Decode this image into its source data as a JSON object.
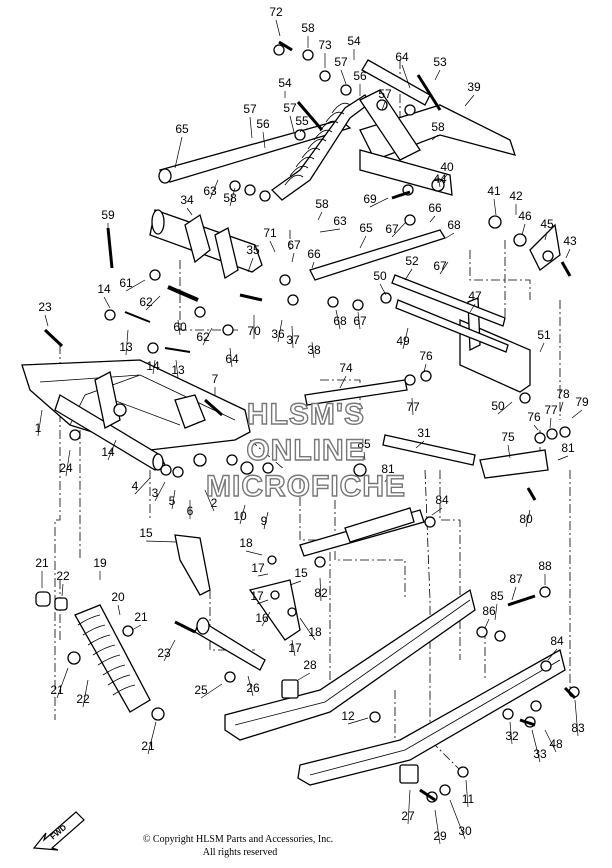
{
  "diagram": {
    "callouts": [
      {
        "id": "c72",
        "text": "72"
      },
      {
        "id": "c58a",
        "text": "58"
      },
      {
        "id": "c73",
        "text": "73"
      },
      {
        "id": "c54a",
        "text": "54"
      },
      {
        "id": "c57a",
        "text": "57"
      },
      {
        "id": "c56a",
        "text": "56"
      },
      {
        "id": "c64",
        "text": "64"
      },
      {
        "id": "c53",
        "text": "53"
      },
      {
        "id": "c54b",
        "text": "54"
      },
      {
        "id": "c57b",
        "text": "57"
      },
      {
        "id": "c57c",
        "text": "57"
      },
      {
        "id": "c57d",
        "text": "57"
      },
      {
        "id": "c55",
        "text": "55"
      },
      {
        "id": "c56b",
        "text": "56"
      },
      {
        "id": "c39",
        "text": "39"
      },
      {
        "id": "c58b",
        "text": "58"
      },
      {
        "id": "c65a",
        "text": "65"
      },
      {
        "id": "c40",
        "text": "40"
      },
      {
        "id": "c63a",
        "text": "63"
      },
      {
        "id": "c58c",
        "text": "58"
      },
      {
        "id": "c69",
        "text": "69"
      },
      {
        "id": "c44",
        "text": "44"
      },
      {
        "id": "c41",
        "text": "41"
      },
      {
        "id": "c42",
        "text": "42"
      },
      {
        "id": "c58d",
        "text": "58"
      },
      {
        "id": "c66a",
        "text": "66"
      },
      {
        "id": "c34",
        "text": "34"
      },
      {
        "id": "c63b",
        "text": "63"
      },
      {
        "id": "c67a",
        "text": "67"
      },
      {
        "id": "c68a",
        "text": "68"
      },
      {
        "id": "c46",
        "text": "46"
      },
      {
        "id": "c45",
        "text": "45"
      },
      {
        "id": "c59",
        "text": "59"
      },
      {
        "id": "c71",
        "text": "71"
      },
      {
        "id": "c65b",
        "text": "65"
      },
      {
        "id": "c43",
        "text": "43"
      },
      {
        "id": "c67b",
        "text": "67"
      },
      {
        "id": "c66b",
        "text": "66"
      },
      {
        "id": "c35",
        "text": "35"
      },
      {
        "id": "c67c",
        "text": "67"
      },
      {
        "id": "c52",
        "text": "52"
      },
      {
        "id": "c61",
        "text": "61"
      },
      {
        "id": "c50a",
        "text": "50"
      },
      {
        "id": "c47",
        "text": "47"
      },
      {
        "id": "c14a",
        "text": "14"
      },
      {
        "id": "c62a",
        "text": "62"
      },
      {
        "id": "c23a",
        "text": "23"
      },
      {
        "id": "c60",
        "text": "60"
      },
      {
        "id": "c70",
        "text": "70"
      },
      {
        "id": "c36",
        "text": "36"
      },
      {
        "id": "c37",
        "text": "37"
      },
      {
        "id": "c68b",
        "text": "68"
      },
      {
        "id": "c67d",
        "text": "67"
      },
      {
        "id": "c62b",
        "text": "62"
      },
      {
        "id": "c13a",
        "text": "13"
      },
      {
        "id": "c64b",
        "text": "64"
      },
      {
        "id": "c38",
        "text": "38"
      },
      {
        "id": "c49",
        "text": "49"
      },
      {
        "id": "c51",
        "text": "51"
      },
      {
        "id": "c14b",
        "text": "14"
      },
      {
        "id": "c13b",
        "text": "13"
      },
      {
        "id": "c76a",
        "text": "76"
      },
      {
        "id": "c74",
        "text": "74"
      },
      {
        "id": "c7",
        "text": "7"
      },
      {
        "id": "c77a",
        "text": "77"
      },
      {
        "id": "c50b",
        "text": "50"
      },
      {
        "id": "c1",
        "text": "1"
      },
      {
        "id": "c79",
        "text": "79"
      },
      {
        "id": "c78",
        "text": "78"
      },
      {
        "id": "c76b",
        "text": "76"
      },
      {
        "id": "c77b",
        "text": "77"
      },
      {
        "id": "c14c",
        "text": "14"
      },
      {
        "id": "c31",
        "text": "31"
      },
      {
        "id": "c24",
        "text": "24"
      },
      {
        "id": "c75",
        "text": "75"
      },
      {
        "id": "c85a",
        "text": "85"
      },
      {
        "id": "c81a",
        "text": "81"
      },
      {
        "id": "c4",
        "text": "4"
      },
      {
        "id": "c3",
        "text": "3"
      },
      {
        "id": "c5",
        "text": "5"
      },
      {
        "id": "c2",
        "text": "2"
      },
      {
        "id": "c6",
        "text": "6"
      },
      {
        "id": "c81b",
        "text": "81"
      },
      {
        "id": "c10",
        "text": "10"
      },
      {
        "id": "c9",
        "text": "9"
      },
      {
        "id": "c80",
        "text": "80"
      },
      {
        "id": "c84a",
        "text": "84"
      },
      {
        "id": "c15a",
        "text": "15"
      },
      {
        "id": "c18a",
        "text": "18"
      },
      {
        "id": "c19",
        "text": "19"
      },
      {
        "id": "c21a",
        "text": "21"
      },
      {
        "id": "c22a",
        "text": "22"
      },
      {
        "id": "c17a",
        "text": "17"
      },
      {
        "id": "c15b",
        "text": "15"
      },
      {
        "id": "c82",
        "text": "82"
      },
      {
        "id": "c87",
        "text": "87"
      },
      {
        "id": "c88",
        "text": "88"
      },
      {
        "id": "c20",
        "text": "20"
      },
      {
        "id": "c17b",
        "text": "17"
      },
      {
        "id": "c21b",
        "text": "21"
      },
      {
        "id": "c16",
        "text": "16"
      },
      {
        "id": "c18b",
        "text": "18"
      },
      {
        "id": "c85b",
        "text": "85"
      },
      {
        "id": "c86",
        "text": "86"
      },
      {
        "id": "c23b",
        "text": "23"
      },
      {
        "id": "c17c",
        "text": "17"
      },
      {
        "id": "c84b",
        "text": "84"
      },
      {
        "id": "c21c",
        "text": "21"
      },
      {
        "id": "c28",
        "text": "28"
      },
      {
        "id": "c25",
        "text": "25"
      },
      {
        "id": "c26",
        "text": "26"
      },
      {
        "id": "c22b",
        "text": "22"
      },
      {
        "id": "c83",
        "text": "83"
      },
      {
        "id": "c12",
        "text": "12"
      },
      {
        "id": "c48",
        "text": "48"
      },
      {
        "id": "c32",
        "text": "32"
      },
      {
        "id": "c21d",
        "text": "21"
      },
      {
        "id": "c33",
        "text": "33"
      },
      {
        "id": "c11",
        "text": "11"
      },
      {
        "id": "c27",
        "text": "27"
      },
      {
        "id": "c30",
        "text": "30"
      },
      {
        "id": "c29",
        "text": "29"
      }
    ]
  },
  "watermark": {
    "line1": "HLSM'S",
    "line2": "ONLINE",
    "line3": "MICROFICHE"
  },
  "fwd_label": "FWD",
  "footer": {
    "copyright": "© Copyright HLSM Parts and Accessories, Inc.",
    "rights": "All rights reserved"
  }
}
